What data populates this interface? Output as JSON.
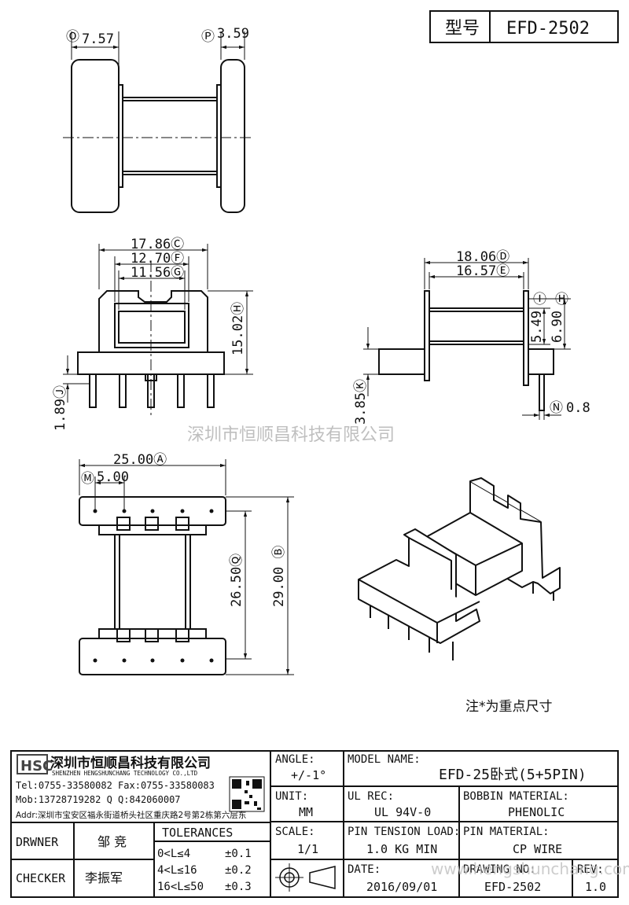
{
  "model_box": {
    "label": "型号",
    "value": "EFD-2502"
  },
  "dims": {
    "top_o": "Ⓞ",
    "top_o_val": "7.57",
    "top_p": "Ⓟ",
    "top_p_val": "3.59",
    "c": "17.86Ⓒ",
    "f": "12.70Ⓕ",
    "g": "11.56Ⓖ",
    "h": "15.02Ⓗ",
    "j": "1.89Ⓙ",
    "d": "18.06Ⓓ",
    "e": "16.57Ⓔ",
    "i_label": "Ⓘ",
    "i_val": "5.49",
    "h2_label": "Ⓗ",
    "h2_val": "6.90",
    "k": "3.85Ⓚ",
    "n": "Ⓝ",
    "n_val": "0.8",
    "a": "25.00Ⓐ",
    "m": "Ⓜ",
    "m_val": "5.00",
    "q": "26.50Ⓠ",
    "b": "29.00 Ⓑ"
  },
  "watermark": "深圳市恒顺昌科技有限公司",
  "note": "注*为重点尺寸",
  "company": {
    "name_cn": "深圳市恒顺昌科技有限公司",
    "name_en": "SHENZHEN HENGSHUNCHANG TECHNOLOGY CO.,LTD",
    "tel_fax": "Tel:0755-33580082 Fax:0755-33580083",
    "mob_qq": "Mob:13728719282     Q  Q:842060007",
    "addr": "Addr:深圳市宝安区福永街道桥头社区重庆路2号第2栋第六层东"
  },
  "title_block": {
    "angle_label": "ANGLE:",
    "angle_value": "+/-1°",
    "model_name_label": "MODEL NAME:",
    "model_name_value": "EFD-25卧式(5+5PIN)",
    "unit_label": "UNIT:",
    "unit_value": "MM",
    "ul_rec_label": "UL REC:",
    "ul_rec_value": "UL 94V-0",
    "bobbin_label": "BOBBIN MATERIAL:",
    "bobbin_value": "PHENOLIC",
    "drwner_label": "DRWNER",
    "drwner_value": "邹 竞",
    "tolerances_label": "TOLERANCES",
    "scale_label": "SCALE:",
    "scale_value": "1/1",
    "pin_tension_label": "PIN TENSION LOAD:",
    "pin_tension_value": "1.0 KG MIN",
    "pin_material_label": "PIN MATERIAL:",
    "pin_material_value": "CP WIRE",
    "checker_label": "CHECKER",
    "checker_value": "李振军",
    "tol_rows": [
      {
        "range": "0<L≤4",
        "tol": "±0.1"
      },
      {
        "range": "4<L≤16",
        "tol": "±0.2"
      },
      {
        "range": "16<L≤50",
        "tol": "±0.3"
      }
    ],
    "date_label": "DATE:",
    "date_value": "2016/09/01",
    "drawing_no_label": "DRAWING NO:",
    "drawing_no_value": "EFD-2502",
    "rev_label": "REV:",
    "rev_value": "1.0"
  },
  "url_watermark": "www.hengshunchang.com"
}
